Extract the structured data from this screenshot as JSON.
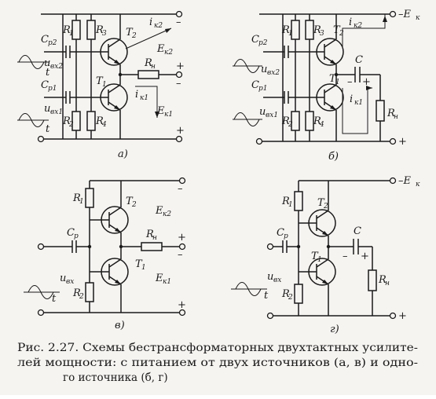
{
  "figure": {
    "caption_lines": [
      "Рис. 2.27. Схемы бестрансформаторных двухтактных усилите-",
      "лей  мощности: с питанием от двух  источников (а, в) и одно-",
      "го источника (б, г)"
    ]
  },
  "schemes": {
    "a": {
      "letter": "а)",
      "labels": {
        "r1": "R",
        "r1_sub": "1",
        "r2": "R",
        "r2_sub": "2",
        "r3": "R",
        "r3_sub": "3",
        "r4": "R",
        "r4_sub": "4",
        "t1": "T",
        "t1_sub": "1",
        "t2": "T",
        "t2_sub": "2",
        "cp2": "C",
        "cp2_sub": "p2",
        "cp1": "C",
        "cp1_sub": "p1",
        "uin2": "u",
        "uin2_sub": "вх2",
        "uin1": "u",
        "uin1_sub": "вх1",
        "rn": "R",
        "rn_sub": "н",
        "ik2": "i",
        "ik2_sub": "к2",
        "ik1": "i",
        "ik1_sub": "к1",
        "ek2": "E",
        "ek2_sub": "к2",
        "ek1": "E",
        "ek1_sub": "к1",
        "t_a": "t",
        "t_b": "t",
        "minus_top": "–",
        "plus_mid": "+",
        "minus_mid": "–",
        "plus_bot": "+"
      }
    },
    "b": {
      "letter": "б)",
      "labels": {
        "r1": "R",
        "r1_sub": "1",
        "r2": "R",
        "r2_sub": "2",
        "r3": "R",
        "r3_sub": "3",
        "r4": "R",
        "r4_sub": "4",
        "t1": "T",
        "t1_sub": "1",
        "t2": "T",
        "t2_sub": "2",
        "cp2": "C",
        "cp2_sub": "p2",
        "cp1": "C",
        "cp1_sub": "p1",
        "uin2": "u",
        "uin2_sub": "вх2",
        "uin1": "u",
        "uin1_sub": "вх1",
        "c": "C",
        "rn": "R",
        "rn_sub": "н",
        "ik2": "i",
        "ik2_sub": "к2",
        "ik1": "i",
        "ik1_sub": "к1",
        "ek": "–E",
        "ek_sub": "к",
        "plus": "+",
        "cap_minus": "–",
        "cap_plus": "+"
      }
    },
    "v": {
      "letter": "в)",
      "labels": {
        "r1": "R",
        "r1_sub": "1",
        "r2": "R",
        "r2_sub": "2",
        "t1": "T",
        "t1_sub": "1",
        "t2": "T",
        "t2_sub": "2",
        "cp": "C",
        "cp_sub": "p",
        "uin": "u",
        "uin_sub": "вх",
        "rn": "R",
        "rn_sub": "н",
        "ek2": "E",
        "ek2_sub": "к2",
        "ek1": "E",
        "ek1_sub": "к1",
        "t": "t",
        "minus_top": "–",
        "plus_mid": "+",
        "minus_mid": "–",
        "plus_bot": "+"
      }
    },
    "g": {
      "letter": "г)",
      "labels": {
        "r1": "R",
        "r1_sub": "1",
        "r2": "R",
        "r2_sub": "2",
        "t1": "T",
        "t1_sub": "1",
        "t2": "T",
        "t2_sub": "2",
        "cp": "C",
        "cp_sub": "p",
        "uin": "u",
        "uin_sub": "вх",
        "c": "C",
        "rn": "R",
        "rn_sub": "н",
        "ek": "–E",
        "ek_sub": "к",
        "t": "t",
        "plus": "+",
        "cap_minus": "–",
        "cap_plus": "+"
      }
    }
  }
}
